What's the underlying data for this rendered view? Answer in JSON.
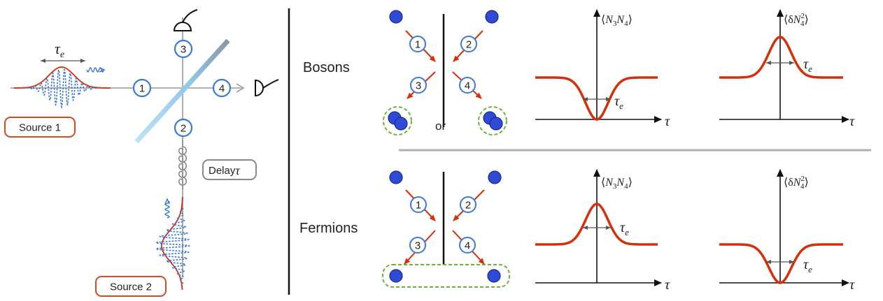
{
  "left": {
    "tau_e": "τ",
    "tau_e_sub": "e",
    "source1": "Source 1",
    "source2": "Source 2",
    "delay": "Delay",
    "delay_tau": "τ",
    "ports": [
      "1",
      "2",
      "3",
      "4"
    ]
  },
  "bosons": {
    "label": "Bosons",
    "ports": [
      "1",
      "2",
      "3",
      "4"
    ],
    "or": "or",
    "plot1": {
      "ylabel_pre": "⟨",
      "ylabel_N1": "N",
      "ylabel_s1": "3",
      "ylabel_N2": "N",
      "ylabel_s2": "4",
      "ylabel_post": "⟩",
      "xlabel": "τ",
      "width_label": "τ",
      "width_sub": "e"
    },
    "plot2": {
      "ylabel_pre": "⟨δ",
      "ylabel_N": "N",
      "ylabel_sup": "2",
      "ylabel_sub": "4",
      "ylabel_post": "⟩",
      "xlabel": "τ",
      "width_label": "τ",
      "width_sub": "e"
    }
  },
  "fermions": {
    "label": "Fermions",
    "ports": [
      "1",
      "2",
      "3",
      "4"
    ],
    "plot1": {
      "ylabel_pre": "⟨",
      "ylabel_N1": "N",
      "ylabel_s1": "3",
      "ylabel_N2": "N",
      "ylabel_s2": "4",
      "ylabel_post": "⟩",
      "xlabel": "τ",
      "width_label": "τ",
      "width_sub": "e"
    },
    "plot2": {
      "ylabel_pre": "⟨δ",
      "ylabel_N": "N",
      "ylabel_sup": "2",
      "ylabel_sub": "4",
      "ylabel_post": "⟩",
      "xlabel": "τ",
      "width_label": "τ",
      "width_sub": "e"
    }
  },
  "colors": {
    "curve": "#d62f0b",
    "particle_fill": "#2f4bd6",
    "particle_stroke": "#1a2a8a",
    "port_ring": "#3b78e0",
    "beamsplitter": "#9ccce8",
    "green_dash": "#6db33f",
    "source_box": "#d24a2a",
    "delay_box": "#888888",
    "wave": "#2f6fd6"
  }
}
